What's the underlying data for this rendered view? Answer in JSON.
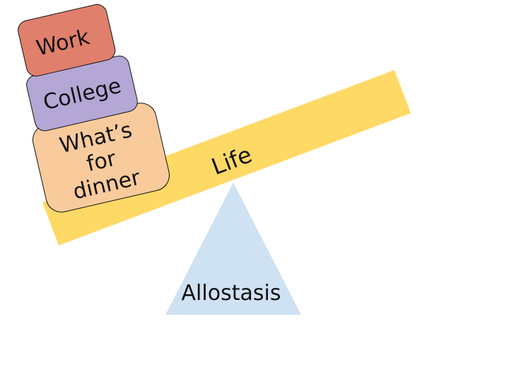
{
  "diagram": {
    "blocks": {
      "work": {
        "label": "Work",
        "color": "#e07f6c"
      },
      "college": {
        "label": "College",
        "color": "#b4a7d6"
      },
      "dinner": {
        "label_lines": [
          "What’s",
          "for",
          "dinner"
        ],
        "color": "#f9cb9c"
      }
    },
    "beam": {
      "label": "Life",
      "color": "#ffd966"
    },
    "fulcrum": {
      "label": "Allostasis",
      "color": "#cfe2f3"
    }
  }
}
